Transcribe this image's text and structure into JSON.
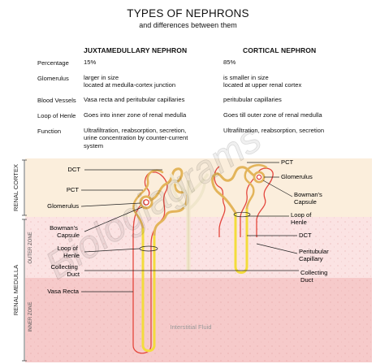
{
  "title": "TYPES OF NEPHRONS",
  "subtitle": "and differences between them",
  "watermark": "Biologiagrams",
  "columns": {
    "juxta": "JUXTAMEDULLARY NEPHRON",
    "cortical": "CORTICAL NEPHRON"
  },
  "rows": [
    {
      "label": "Percentage",
      "juxta": [
        "15%"
      ],
      "cortical": [
        "85%"
      ]
    },
    {
      "label": "Glomerulus",
      "juxta": [
        "larger in size",
        "located at medulla-cortex junction"
      ],
      "cortical": [
        "is smaller in size",
        "located at upper renal cortex"
      ]
    },
    {
      "label": "Blood Vessels",
      "juxta": [
        "Vasa recta and peritubular capillaries"
      ],
      "cortical": [
        "peritubular capillaries"
      ]
    },
    {
      "label": "Loop of Henle",
      "juxta": [
        "Goes into inner zone of renal medulla"
      ],
      "cortical": [
        "Goes till outer zone of renal medulla"
      ]
    },
    {
      "label": "Function",
      "juxta": [
        "Ultrafiltration, reabsorption, secretion,",
        "urine concentration by counter-current",
        "system"
      ],
      "cortical": [
        "Ultrafiltration, reabsorption, secretion"
      ]
    }
  ],
  "zones": {
    "cortex": "RENAL CORTEX",
    "medulla": "RENAL MEDULLA",
    "outer": "OUTER ZONE",
    "inner": "INNER ZONE"
  },
  "left_labels": {
    "dct": "DCT",
    "pct": "PCT",
    "glomerulus": "Glomerulus",
    "bowmans": [
      "Bowman's",
      "Capsule"
    ],
    "loop": [
      "Loop of",
      "Henle"
    ],
    "collecting": [
      "Collecting",
      "Duct"
    ],
    "vasa": "Vasa Recta"
  },
  "right_labels": {
    "pct": "PCT",
    "glomerulus": "Glomerulus",
    "bowmans": [
      "Bowman's",
      "Capsule"
    ],
    "loop": [
      "Loop of",
      "Henle"
    ],
    "dct": "DCT",
    "peritubular": [
      "Peritubular",
      "Capillary"
    ],
    "collecting": [
      "Collecting",
      "Duct"
    ]
  },
  "interstitial": "Interstitial Fluid",
  "colors": {
    "cortex_bg": "#fbeedc",
    "outer_bg": "#fbe3e3",
    "inner_bg": "#f6caca",
    "tubule": "#e3b45a",
    "vessel": "#e4473d",
    "duct": "#f3dc3c"
  }
}
